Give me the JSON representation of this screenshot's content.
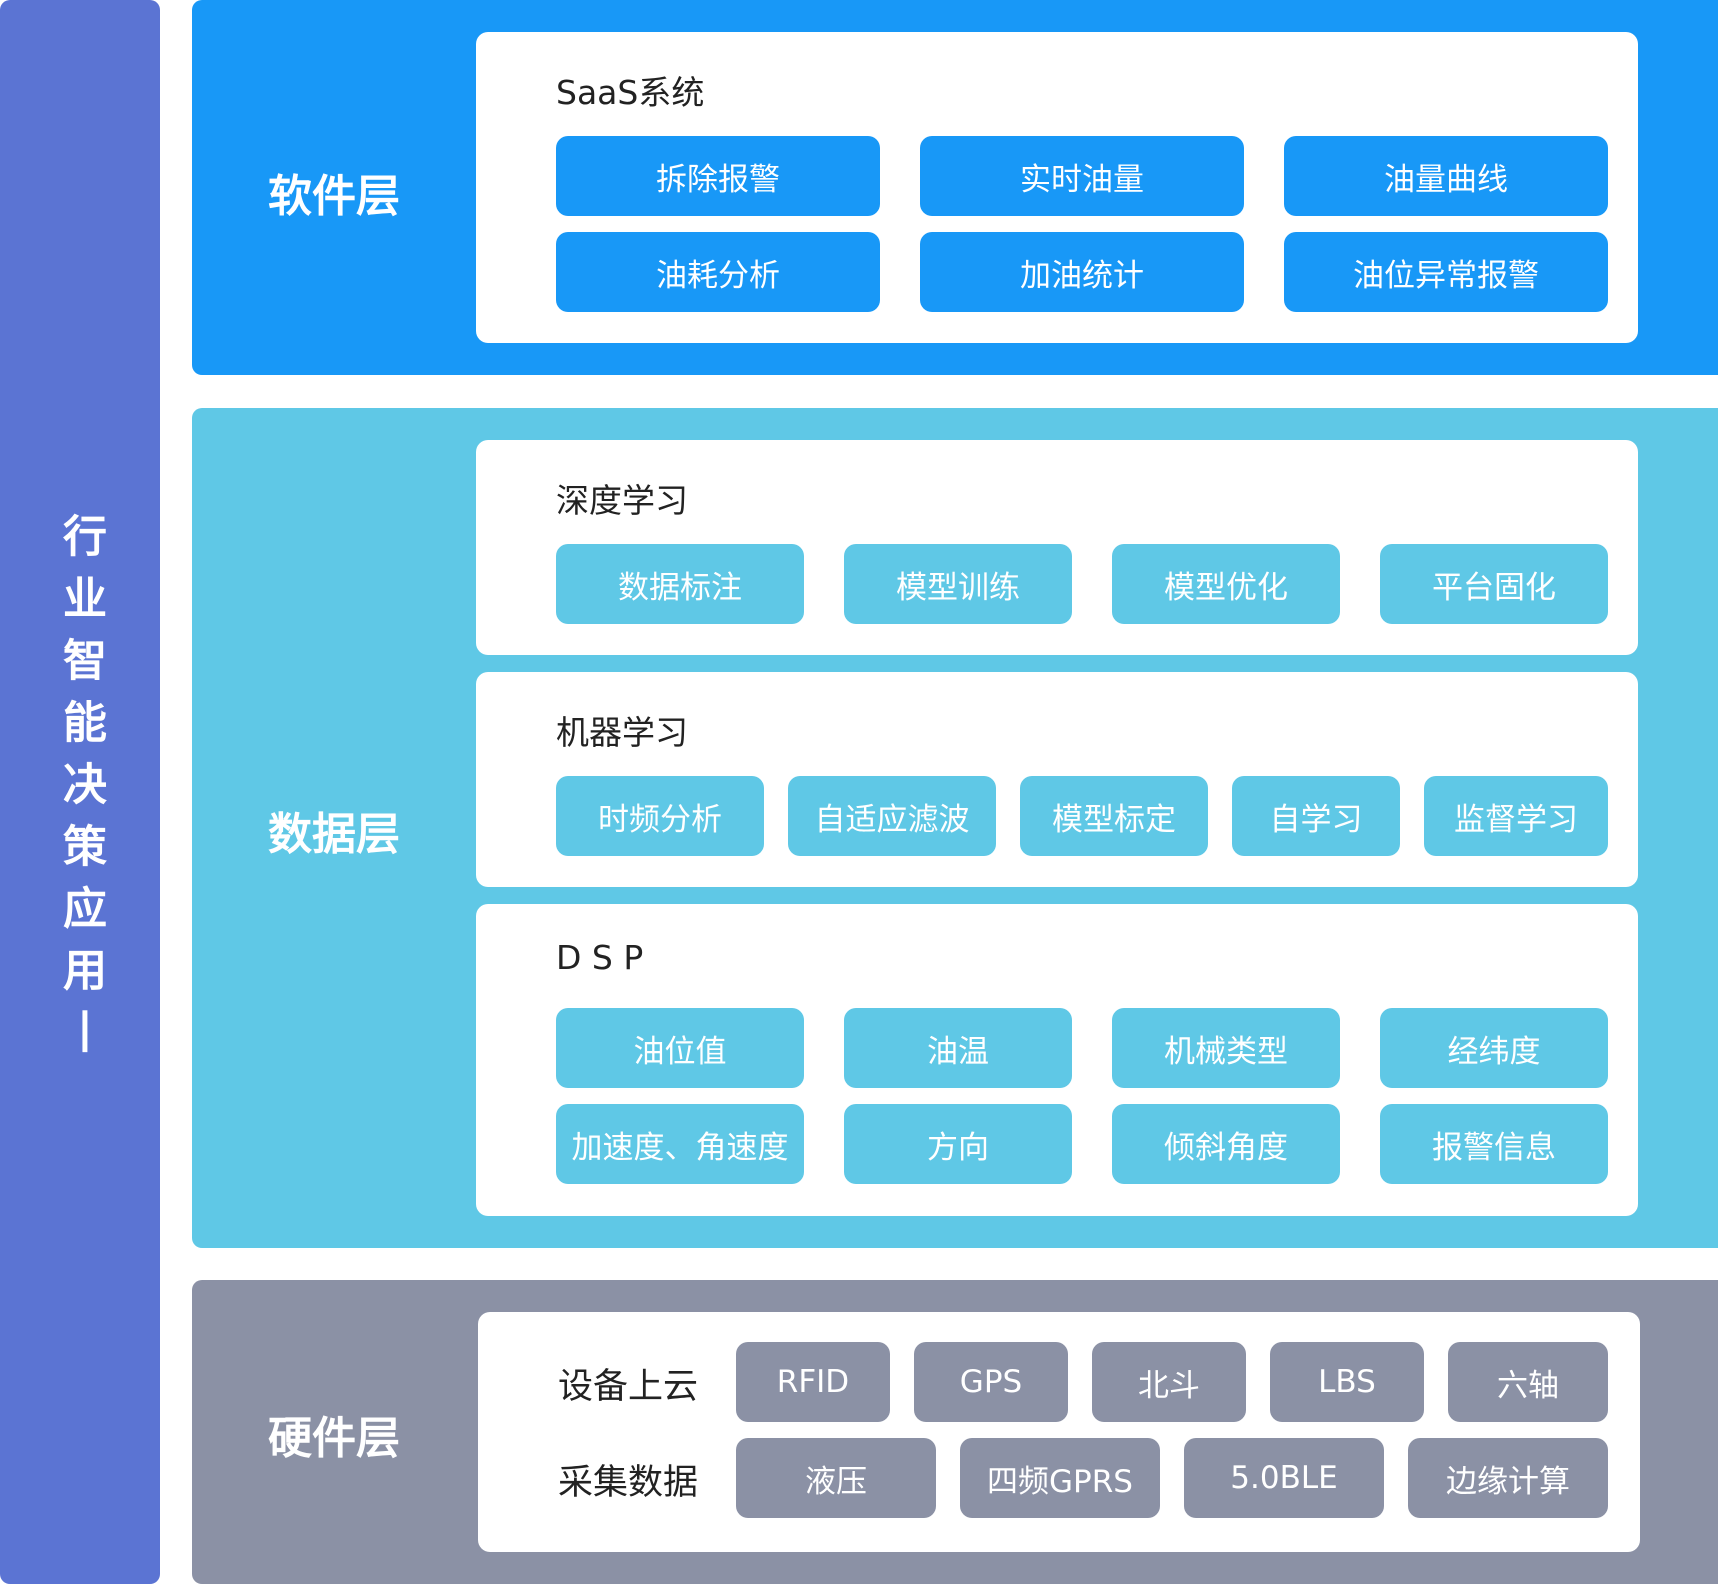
{
  "sidebar": {
    "title": "行业智能决策应用丨"
  },
  "software_layer": {
    "title": "软件层",
    "panel_title": "SaaS系统",
    "items": [
      "拆除报警",
      "实时油量",
      "油量曲线",
      "油耗分析",
      "加油统计",
      "油位异常报警"
    ]
  },
  "data_layer": {
    "title": "数据层",
    "deep_learning": {
      "title": "深度学习",
      "items": [
        "数据标注",
        "模型训练",
        "模型优化",
        "平台固化"
      ]
    },
    "machine_learning": {
      "title": "机器学习",
      "items": [
        "时频分析",
        "自适应滤波",
        "模型标定",
        "自学习",
        "监督学习"
      ]
    },
    "dsp": {
      "title": "D S P",
      "items": [
        "油位值",
        "油温",
        "机械类型",
        "经纬度",
        "加速度、角速度",
        "方向",
        "倾斜角度",
        "报警信息"
      ]
    }
  },
  "hardware_layer": {
    "title": "硬件层",
    "row1_label": "设备上云",
    "row1_items": [
      "RFID",
      "GPS",
      "北斗",
      "LBS",
      "六轴"
    ],
    "row2_label": "采集数据",
    "row2_items": [
      "液压",
      "四频GPRS",
      "5.0BLE",
      "边缘计算"
    ]
  },
  "colors": {
    "sidebar": "#5b74d3",
    "software": "#1898f7",
    "data": "#5fc8e6",
    "hardware": "#8b91a5"
  }
}
